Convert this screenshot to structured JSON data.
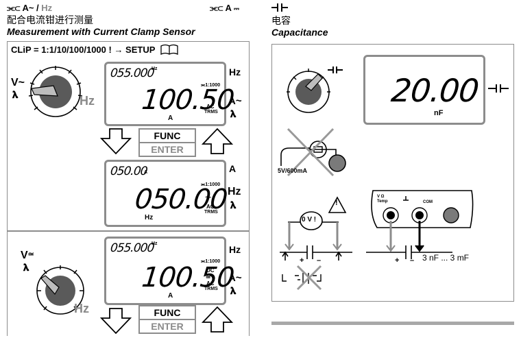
{
  "left": {
    "header_symbol": "A~ /",
    "header_hz": "Hz",
    "header_right": "A",
    "title_cn": "配合电流钳进行测量",
    "title_en": "Measurement with Current Clamp Sensor",
    "clip_line": "CLiP = 1:1/10/100/1000 ! → SETUP",
    "dial1": {
      "top_label": "V~",
      "hz_label": "Hz"
    },
    "lcd1": {
      "small_value": "055.000",
      "small_unit": "Hz",
      "ratio": "1:1000",
      "main_value": "100.50",
      "unit": "A",
      "mode_ac": "AC",
      "mode_trms": "TRMS"
    },
    "side1": {
      "hz": "Hz",
      "a": "A~"
    },
    "func1": {
      "top": "FUNC",
      "bottom": "ENTER"
    },
    "lcd2": {
      "small_value": "050.00",
      "small_unit": "A",
      "ratio": "1:1000",
      "main_value": "050.00",
      "unit": "Hz",
      "mode_ac": "AC",
      "mode_trms": "TRMS"
    },
    "side2": {
      "a": "A",
      "hz": "Hz"
    },
    "dial2": {
      "top_label": "V",
      "hz_label": "Hz"
    },
    "lcd3": {
      "small_value": "055.000",
      "small_unit": "Hz",
      "ratio": "1:1000",
      "main_value": "100.50",
      "unit": "A",
      "mode_dc": "DC",
      "mode_ac": "AC",
      "mode_trms": "TRMS"
    },
    "side3": {
      "hz": "Hz",
      "a": "A~"
    },
    "func2": {
      "top": "FUNC",
      "bottom": "ENTER"
    }
  },
  "right": {
    "title_cn": "电容",
    "title_en": "Capacitance",
    "lcd": {
      "value": "20.00",
      "unit": "nF"
    },
    "fuse_label": "5V/600mA",
    "voltage_warning": "0 V !",
    "warning_sign": "!",
    "plus": "+",
    "minus": "–",
    "socket_v": "V Ω",
    "socket_temp": "Temp",
    "socket_com": "COM",
    "range": "3 nF ... 3 mF"
  }
}
